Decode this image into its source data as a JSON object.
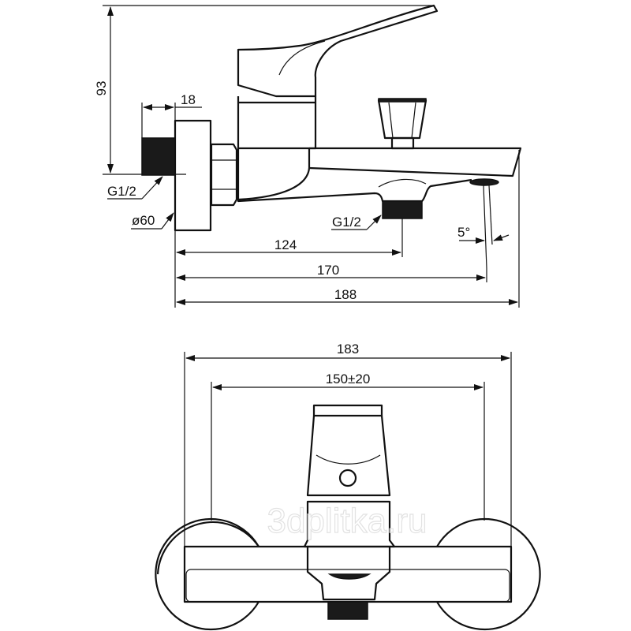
{
  "side_view": {
    "height_dim": "93",
    "inlet_length_dim": "18",
    "inlet_thread_label": "G1/2",
    "flange_diameter_label": "ø60",
    "outlet_thread_label": "G1/2",
    "outlet_distance_dim": "124",
    "aerator_distance_dim": "170",
    "overall_length_dim": "188",
    "spout_angle_label": "5°"
  },
  "top_view": {
    "overall_width_dim": "183",
    "center_distance_dim": "150±20"
  },
  "watermark": "3dplitka.ru",
  "colors": {
    "line": "#111111",
    "watermark": "#e2e2e2"
  }
}
